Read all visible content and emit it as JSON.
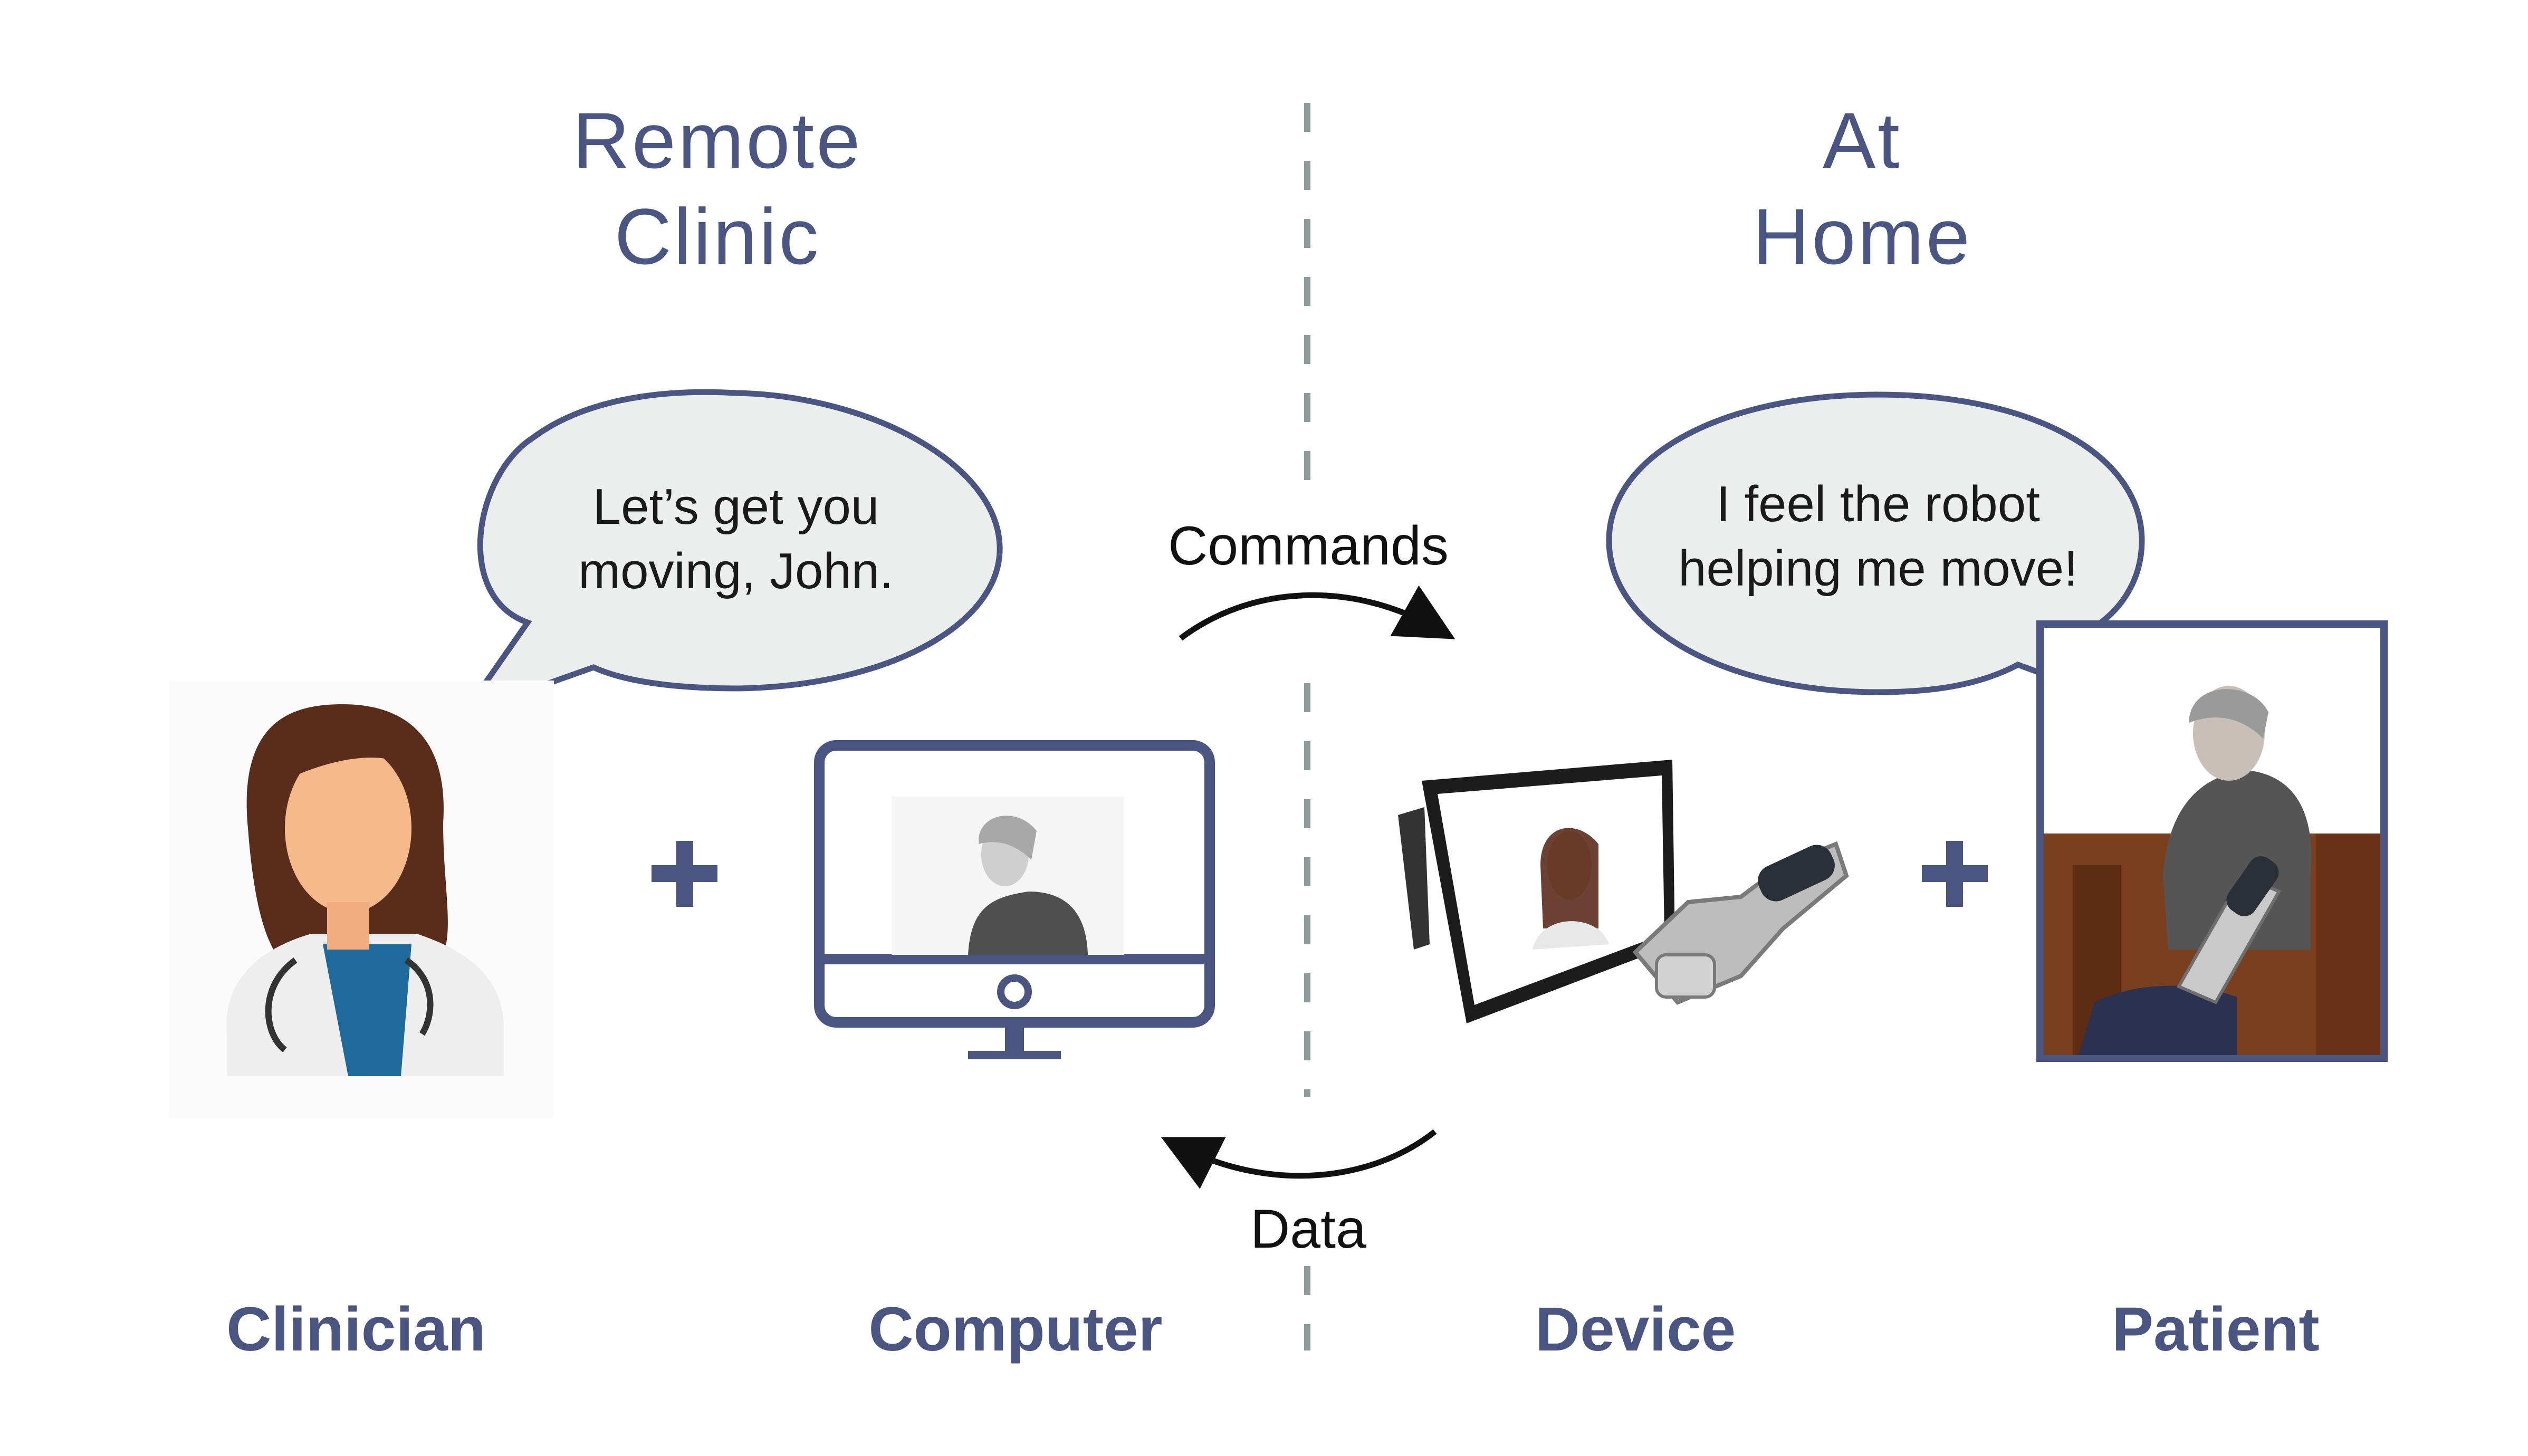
{
  "headings": {
    "left": [
      "Remote",
      "Clinic"
    ],
    "right": [
      "At",
      "Home"
    ]
  },
  "bubbles": {
    "clinician": [
      "Let’s get you",
      "moving, John."
    ],
    "patient": [
      "I feel the robot",
      "helping me move!"
    ]
  },
  "flows": {
    "top": "Commands",
    "bottom": "Data"
  },
  "labels": {
    "clinician": "Clinician",
    "computer": "Computer",
    "device": "Device",
    "patient": "Patient"
  },
  "icons": {
    "plus": "plus-icon",
    "computer": "monitor-icon",
    "device": "tablet-robot-icon"
  },
  "colors": {
    "accent": "#4a5582",
    "bubble_fill": "#eceeee",
    "divider": "#8f9b9b",
    "arrow": "#111111"
  }
}
